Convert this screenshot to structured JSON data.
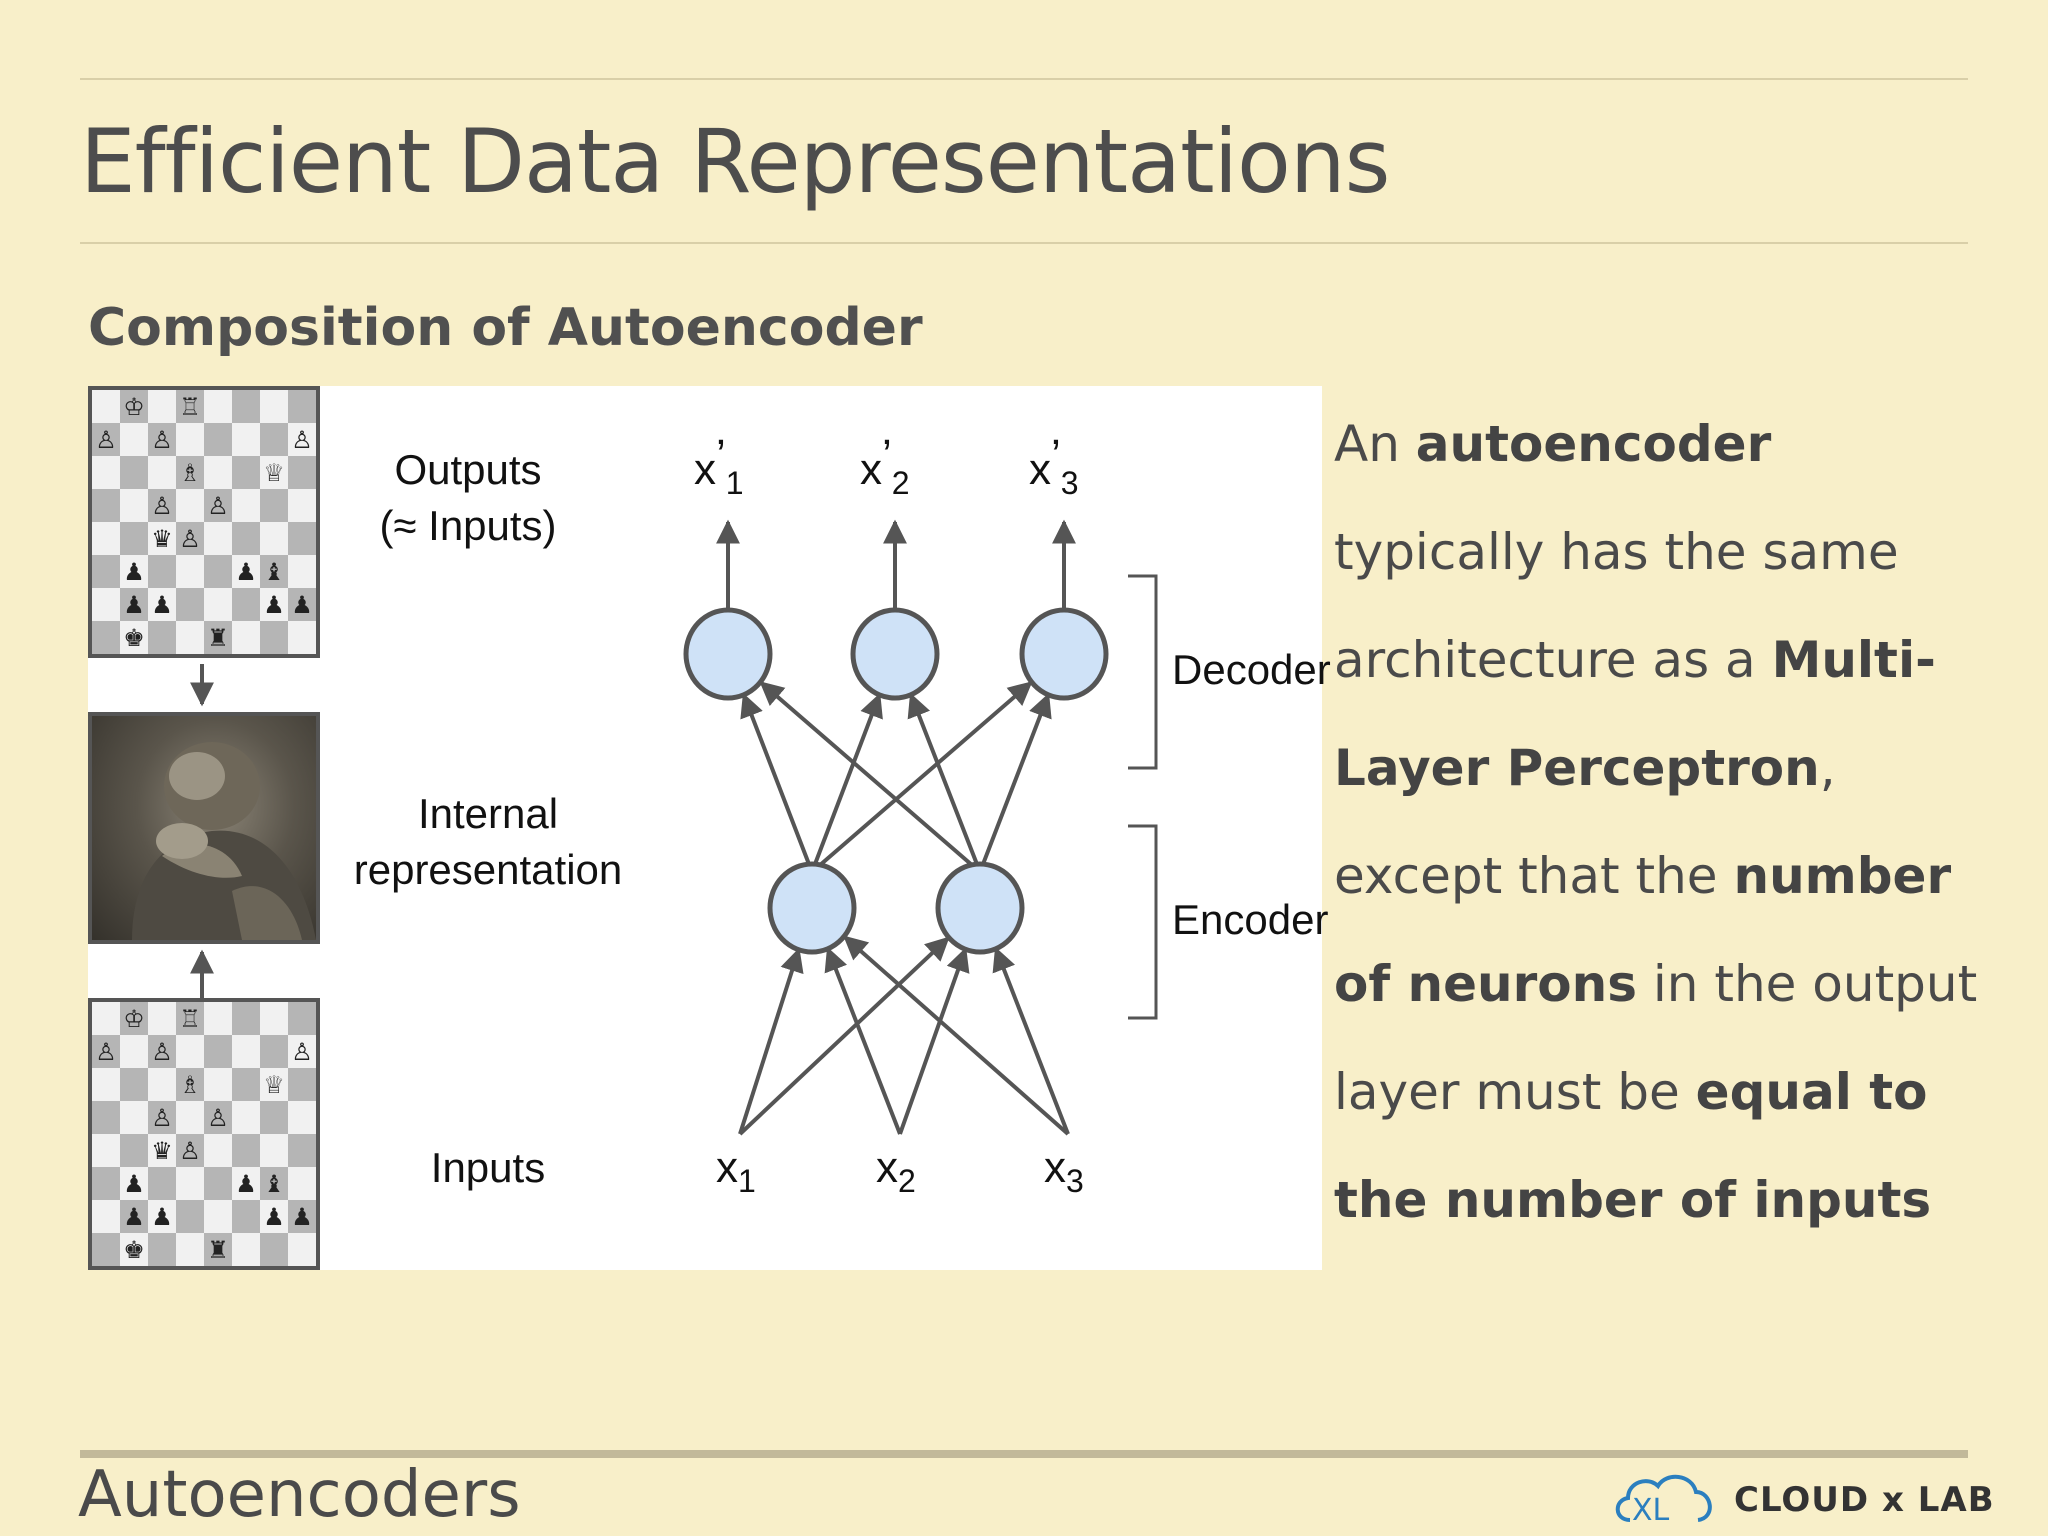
{
  "slide": {
    "title": "Efficient Data Representations",
    "subtitle": "Composition of Autoencoder",
    "footer_title": "Autoencoders",
    "background_color": "#f8efc9"
  },
  "figure": {
    "labels": {
      "outputs_line1": "Outputs",
      "outputs_line2": "(≈ Inputs)",
      "internal_line1": "Internal",
      "internal_line2": "representation",
      "inputs": "Inputs",
      "decoder": "Decoder",
      "encoder": "Encoder"
    },
    "outputs": [
      {
        "base": "x",
        "prime": "’",
        "sub": "1"
      },
      {
        "base": "x",
        "prime": "’",
        "sub": "2"
      },
      {
        "base": "x",
        "prime": "’",
        "sub": "3"
      }
    ],
    "inputs": [
      {
        "base": "x",
        "sub": "1"
      },
      {
        "base": "x",
        "sub": "2"
      },
      {
        "base": "x",
        "sub": "3"
      }
    ],
    "layers": {
      "input_count": 3,
      "hidden_count": 2,
      "output_count": 3
    },
    "neuron_fill": "#cfe2f7",
    "board_pieces": [
      {
        "file": 1,
        "rank": 0,
        "glyph": "♔"
      },
      {
        "file": 3,
        "rank": 0,
        "glyph": "♖"
      },
      {
        "file": 0,
        "rank": 1,
        "glyph": "♙"
      },
      {
        "file": 2,
        "rank": 1,
        "glyph": "♙"
      },
      {
        "file": 7,
        "rank": 1,
        "glyph": "♙"
      },
      {
        "file": 3,
        "rank": 2,
        "glyph": "♗"
      },
      {
        "file": 6,
        "rank": 2,
        "glyph": "♕"
      },
      {
        "file": 2,
        "rank": 3,
        "glyph": "♙"
      },
      {
        "file": 4,
        "rank": 3,
        "glyph": "♙"
      },
      {
        "file": 2,
        "rank": 4,
        "glyph": "♛"
      },
      {
        "file": 3,
        "rank": 4,
        "glyph": "♙"
      },
      {
        "file": 1,
        "rank": 5,
        "glyph": "♟"
      },
      {
        "file": 5,
        "rank": 5,
        "glyph": "♟"
      },
      {
        "file": 6,
        "rank": 5,
        "glyph": "♝"
      },
      {
        "file": 1,
        "rank": 6,
        "glyph": "♟"
      },
      {
        "file": 2,
        "rank": 6,
        "glyph": "♟"
      },
      {
        "file": 6,
        "rank": 6,
        "glyph": "♟"
      },
      {
        "file": 7,
        "rank": 6,
        "glyph": "♟"
      },
      {
        "file": 1,
        "rank": 7,
        "glyph": "♚"
      },
      {
        "file": 4,
        "rank": 7,
        "glyph": "♜"
      }
    ]
  },
  "body": {
    "segments": [
      {
        "text": "An ",
        "bold": false
      },
      {
        "text": "autoencoder",
        "bold": true
      },
      {
        "text": " typically has the same architecture as a ",
        "bold": false
      },
      {
        "text": "Multi-Layer Perceptron",
        "bold": true
      },
      {
        "text": ", except that the ",
        "bold": false
      },
      {
        "text": "number of neurons",
        "bold": true
      },
      {
        "text": " in the output layer must be ",
        "bold": false
      },
      {
        "text": "equal to the number of inputs",
        "bold": true
      }
    ]
  },
  "logo": {
    "text": "CLOUD x LAB",
    "icon": "cloud-xl-icon"
  }
}
